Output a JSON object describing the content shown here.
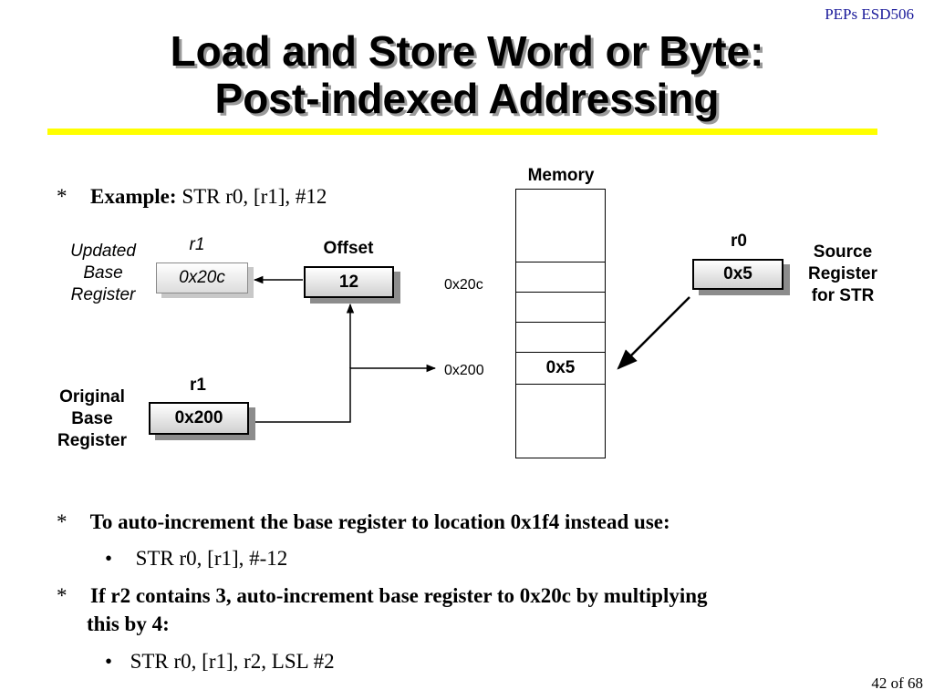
{
  "header": "PEPs ESD506",
  "title_lines": [
    "Load and Store Word or Byte:",
    "Post-indexed Addressing"
  ],
  "example": {
    "bullet": "*",
    "label": "Example:",
    "code": "STR r0, [r1], #12"
  },
  "diagram": {
    "memory_label": "Memory",
    "offset_label": "Offset",
    "offset_value": "12",
    "updated_reg_name": "r1",
    "updated_value": "0x20c",
    "updated_label_lines": [
      "Updated",
      "Base",
      "Register"
    ],
    "original_reg_name": "r1",
    "original_value": "0x200",
    "original_label_lines": [
      "Original",
      "Base",
      "Register"
    ],
    "source_reg_name": "r0",
    "source_value": "0x5",
    "source_label_lines": [
      "Source",
      "Register",
      "for STR"
    ],
    "addr_20c": "0x20c",
    "addr_200": "0x200",
    "mem_cell_value": "0x5"
  },
  "points": [
    {
      "bullet": "*",
      "text": "To auto-increment the base register to location 0x1f4 instead use:"
    },
    {
      "bullet": "•",
      "text": "STR r0, [r1], #-12"
    },
    {
      "bullet": "*",
      "lines": [
        "If r2 contains 3, auto-increment base register to 0x20c by multiplying",
        "this by 4:"
      ]
    },
    {
      "bullet": "•",
      "text": "STR r0, [r1], r2, LSL #2"
    }
  ],
  "footer": "42 of 68"
}
